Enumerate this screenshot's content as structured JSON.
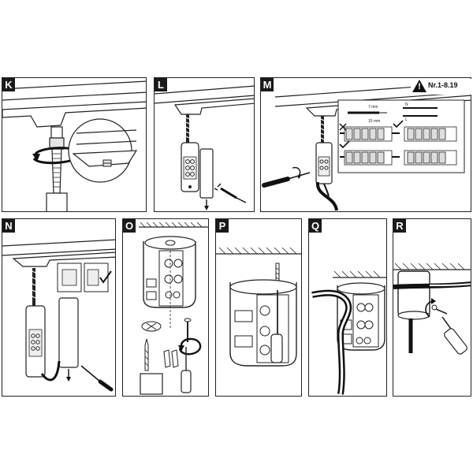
{
  "panels": [
    {
      "id": "K",
      "label": "K"
    },
    {
      "id": "L",
      "label": "L"
    },
    {
      "id": "M",
      "label": "M"
    },
    {
      "id": "N",
      "label": "N"
    },
    {
      "id": "O",
      "label": "O"
    },
    {
      "id": "P",
      "label": "P"
    },
    {
      "id": "Q",
      "label": "Q"
    },
    {
      "id": "R",
      "label": "R"
    }
  ],
  "warning": {
    "icon": "warning-triangle-icon",
    "symbol": "!",
    "reference": "Nr.1-8.19"
  },
  "strip_detail": {
    "length_top": "7 mm",
    "length_bottom": "15 mm",
    "label_n": "N",
    "label_l": "L"
  }
}
